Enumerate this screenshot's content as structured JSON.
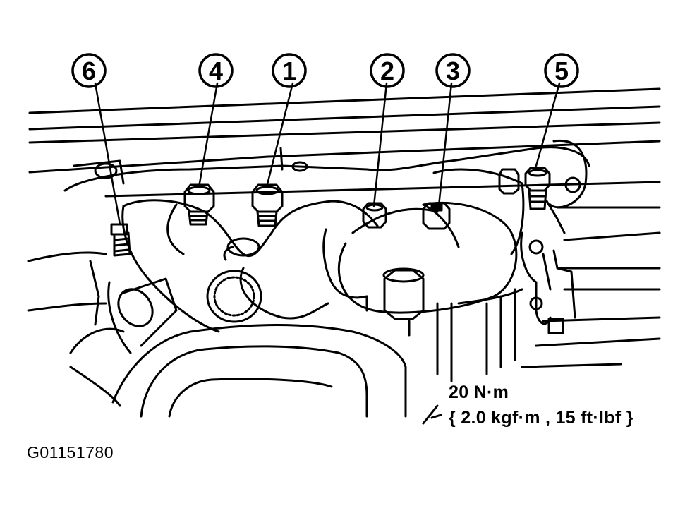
{
  "callouts": [
    "6",
    "4",
    "1",
    "2",
    "3",
    "5"
  ],
  "torque": {
    "line1": "20 N·m",
    "line2": "{ 2.0 kgf·m , 15 ft·lbf }"
  },
  "figure_id": "G01151780",
  "colors": {
    "ink": "#000000",
    "paper": "#ffffff"
  }
}
